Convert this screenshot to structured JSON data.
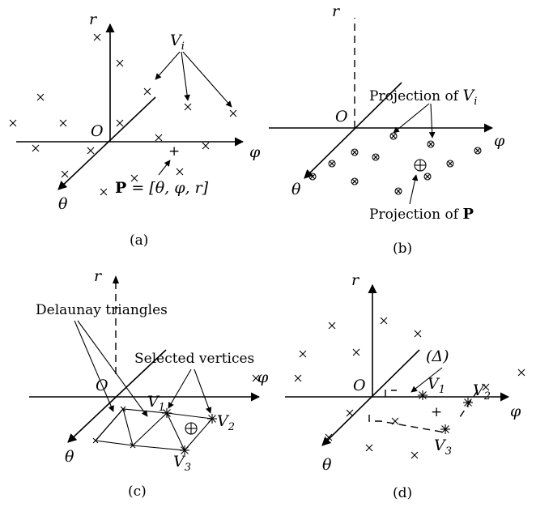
{
  "panels": {
    "a": {
      "caption": "(a)",
      "axis_r": "r",
      "axis_phi": "φ",
      "axis_theta": "θ",
      "origin": "O",
      "vertex_label_base": "V",
      "vertex_label_sub": "i",
      "point_label_bold": "P",
      "point_label_rest": " = [θ, φ, r]"
    },
    "b": {
      "caption": "(b)",
      "axis_r": "r",
      "axis_phi": "φ",
      "axis_theta": "θ",
      "origin": "O",
      "proj_vi_text": "Projection of ",
      "proj_vi_base": "V",
      "proj_vi_sub": "i",
      "proj_p_text": "Projection of ",
      "proj_p_bold": "P"
    },
    "c": {
      "caption": "(c)",
      "axis_r": "r",
      "axis_phi": "φ",
      "axis_theta": "θ",
      "origin": "O",
      "delaunay_label": "Delaunay triangles",
      "selected_label": "Selected vertices",
      "v1_base": "V",
      "v1_sub": "1",
      "v2_base": "V",
      "v2_sub": "2",
      "v3_base": "V",
      "v3_sub": "3"
    },
    "d": {
      "caption": "(d)",
      "axis_r": "r",
      "axis_phi": "φ",
      "axis_theta": "θ",
      "origin": "O",
      "delta_label": "(Δ)",
      "v1_base": "V",
      "v1_sub": "1",
      "v2_base": "V",
      "v2_sub": "2",
      "v3_base": "V",
      "v3_sub": "3"
    }
  }
}
